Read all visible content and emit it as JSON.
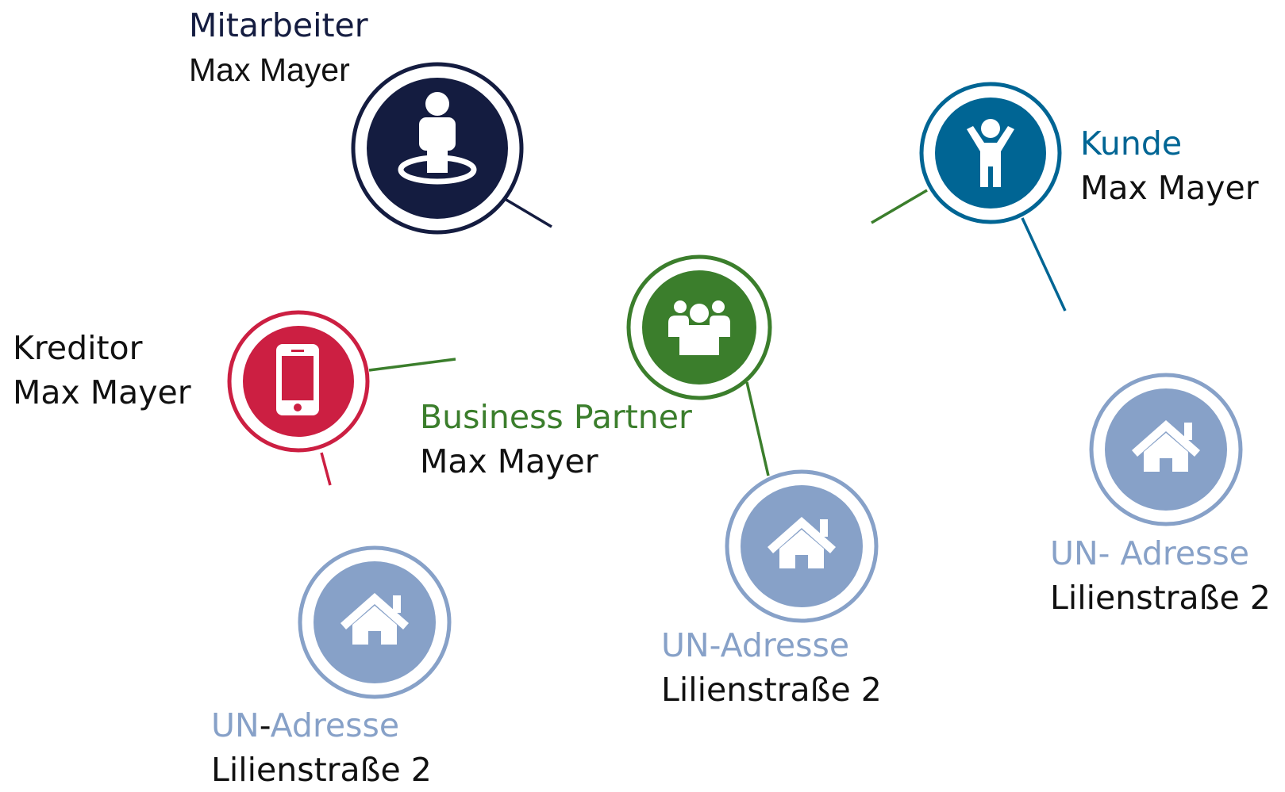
{
  "colors": {
    "employee": "#141c40",
    "customer": "#006594",
    "creditor": "#cc1f42",
    "partner": "#3b7e2c",
    "address": "#87a1c8"
  },
  "nodes": {
    "employee": {
      "title": "Mitarbeiter",
      "value": "Max Mayer",
      "icon": "person-on-target-icon"
    },
    "customer": {
      "title": "Kunde",
      "value": "Max Mayer",
      "icon": "person-arms-raised-icon"
    },
    "creditor": {
      "title": "Kreditor",
      "value": "Max Mayer",
      "icon": "smartphone-icon"
    },
    "partner": {
      "title": "Business Partner",
      "value": "Max Mayer",
      "icon": "group-icon"
    },
    "address_center": {
      "title": "UN-Adresse",
      "value": "Lilienstraße 2",
      "icon": "house-icon"
    },
    "address_right": {
      "title": "UN- Adresse",
      "value": "Lilienstraße 2",
      "icon": "house-icon"
    },
    "address_left": {
      "title_part1": "UN",
      "title_dash": "-",
      "title_part2": "Adresse",
      "value": "Lilienstraße 2",
      "icon": "house-icon"
    }
  }
}
